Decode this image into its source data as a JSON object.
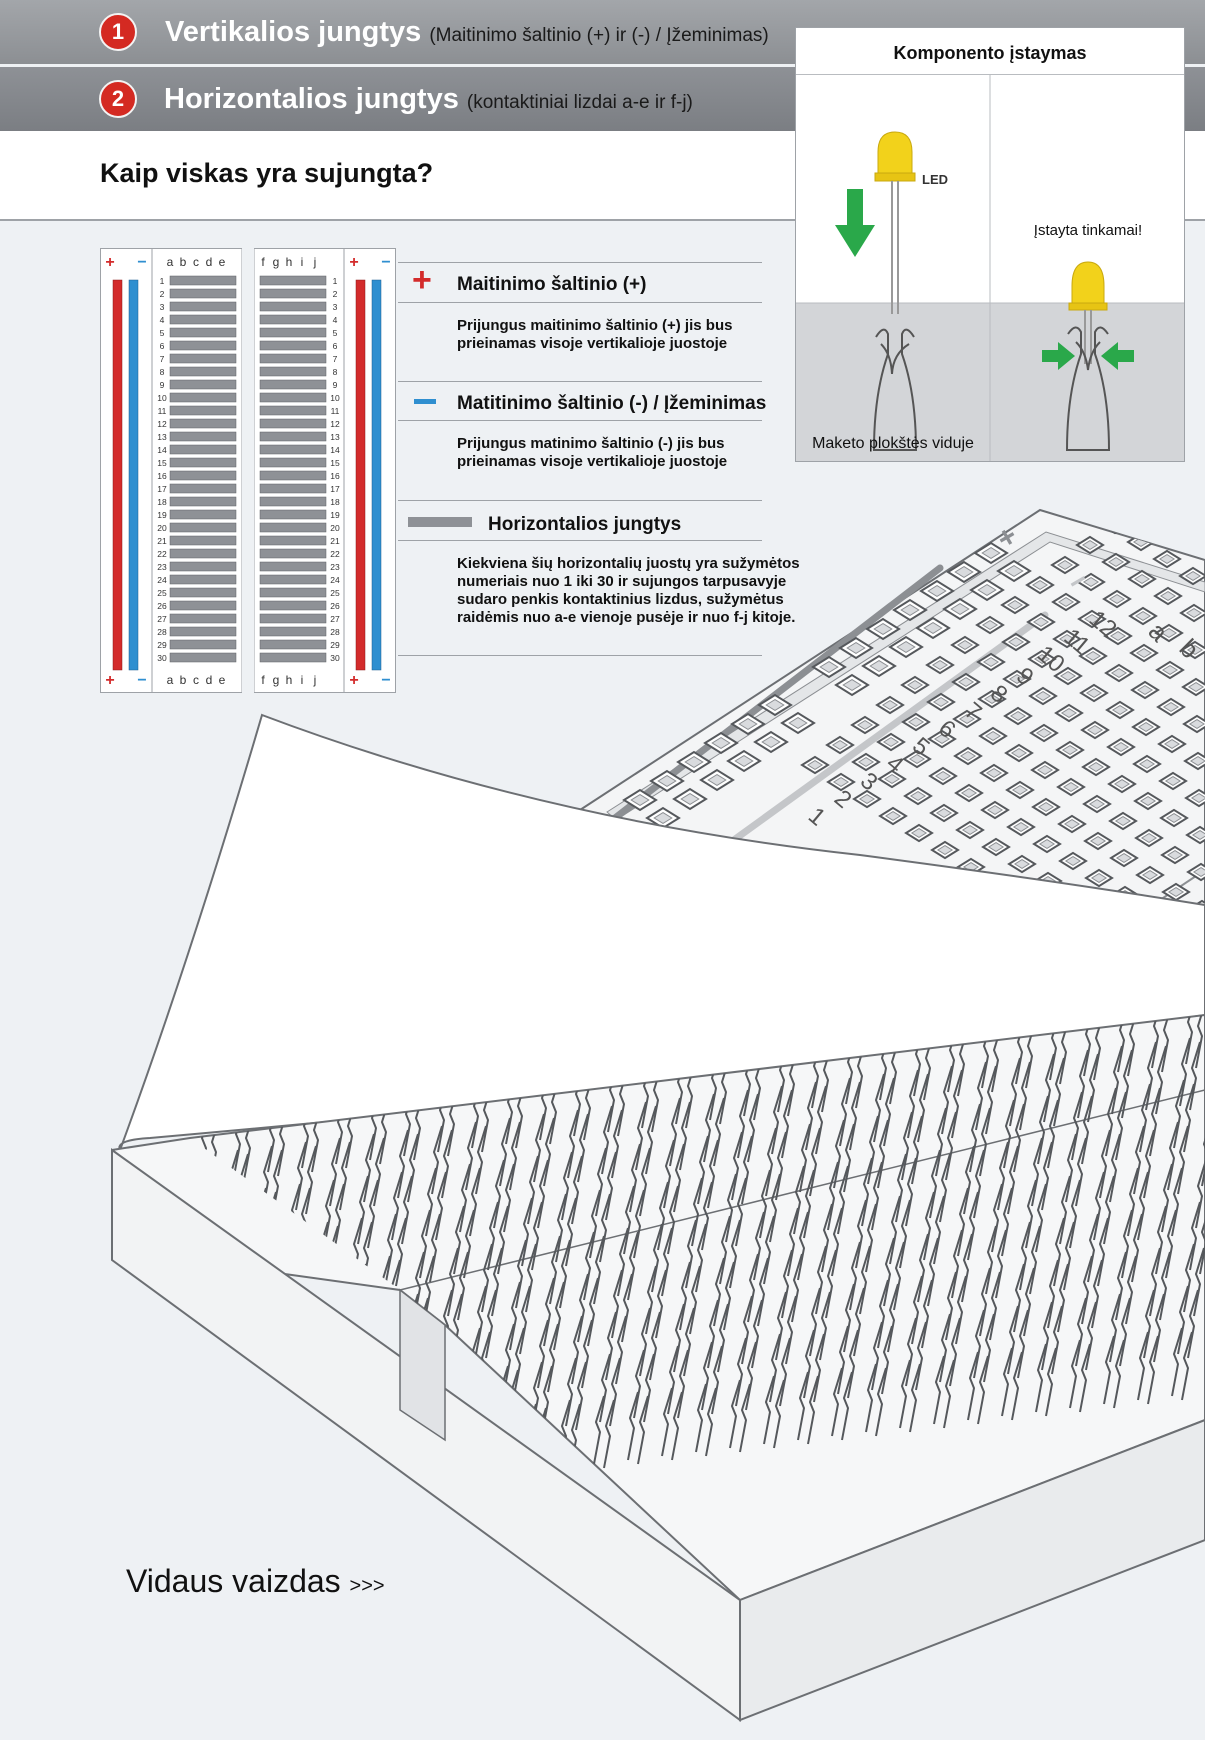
{
  "header": {
    "row1": {
      "number": "1",
      "title": "Vertikalios jungtys",
      "subtitle": "(Maitinimo šaltinio (+) ir (-) / Įžeminimas)"
    },
    "row2": {
      "number": "2",
      "title": "Horizontalios jungtys",
      "subtitle": "(kontaktiniai lizdai a-e ir f-j)"
    },
    "question": "Kaip viskas yra sujungta?"
  },
  "component_box": {
    "title": "Komponento įstaymas",
    "led_label": "LED",
    "inserted_ok": "Įstayta tinkamai!",
    "inside_board": "Maketo plokštės viduje"
  },
  "diagram": {
    "plus": "+",
    "minus": "−",
    "columns_left": [
      "a",
      "b",
      "c",
      "d",
      "e"
    ],
    "columns_right": [
      "f",
      "g",
      "h",
      "i",
      "j"
    ],
    "rows": 30,
    "rail_colors": {
      "plus": "#d32b2b",
      "minus": "#2f8fd0"
    },
    "strip_color": "#8e9196"
  },
  "legend": [
    {
      "title": "Maitinimo šaltinio (+)",
      "desc": "Prijungus maitinimo šaltinio (+) jis bus prieinamas visoje vertikalioje juostoje"
    },
    {
      "title": "Matitinimo šaltinio (-) / Įžeminimas",
      "desc": "Prijungus matinimo šaltinio (-) jis bus prieinamas visoje vertikalioje juostoje"
    },
    {
      "title": "Horizontalios jungtys",
      "desc": "Kiekviena šių horizontalių juostų yra sužymėtos numeriais nuo 1 iki 30 ir sujungos tarpusavyje sudaro penkis kontaktinius lizdus, sužymėtus raidėmis nuo a-e vienoje pusėje ir nuo f-j kitoje."
    }
  ],
  "illustration": {
    "row_numbers": [
      "1",
      "2",
      "3",
      "4",
      "5",
      "6",
      "7",
      "8",
      "9",
      "10",
      "11",
      "12"
    ],
    "col_letters": [
      "a",
      "b"
    ],
    "plus": "+",
    "minus": "−"
  },
  "footer": {
    "label": "Vidaus vaizdas",
    "arrows": ">>>"
  },
  "colors": {
    "accent_red": "#d42a22",
    "led_yellow": "#f2d21b",
    "arrow_green": "#2aa84a"
  }
}
